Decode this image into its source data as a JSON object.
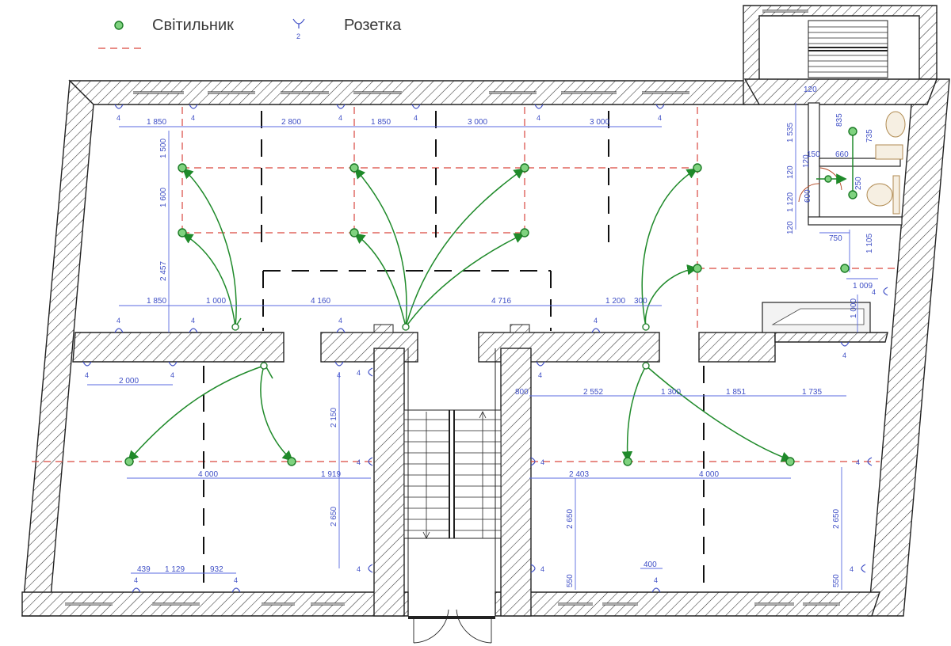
{
  "legend": {
    "lamp_label": "Світильник",
    "socket_label": "Розетка",
    "socket_count": "2"
  },
  "socket_count": "4",
  "dimensions": {
    "top": [
      "1 850",
      "2 800",
      "1 850",
      "3 000",
      "3 000"
    ],
    "left_vertical": [
      "1 500",
      "1 600",
      "2 457"
    ],
    "mid": [
      "1 850",
      "1 000",
      "4 160",
      "4 716",
      "1 200",
      "300"
    ],
    "bath": [
      "120",
      "835",
      "735",
      "1 535",
      "150",
      "660",
      "120",
      "250",
      "120",
      "1 120",
      "600",
      "120",
      "750",
      "1 105",
      "1 009",
      "1 000"
    ],
    "lower_left": [
      "2 000",
      "2 150",
      "4 000",
      "1 919",
      "2 650",
      "439",
      "1 129",
      "932"
    ],
    "lower_right": [
      "800",
      "2 552",
      "1 300",
      "1 851",
      "1 735",
      "2 403",
      "4 000",
      "2 650",
      "400",
      "550",
      "2 650",
      "550"
    ]
  },
  "colors": {
    "lamp": "#7fd27f",
    "wire": "#1f8a2a",
    "dimension": "#3f4fc6",
    "axis_line": "#d9473f"
  }
}
